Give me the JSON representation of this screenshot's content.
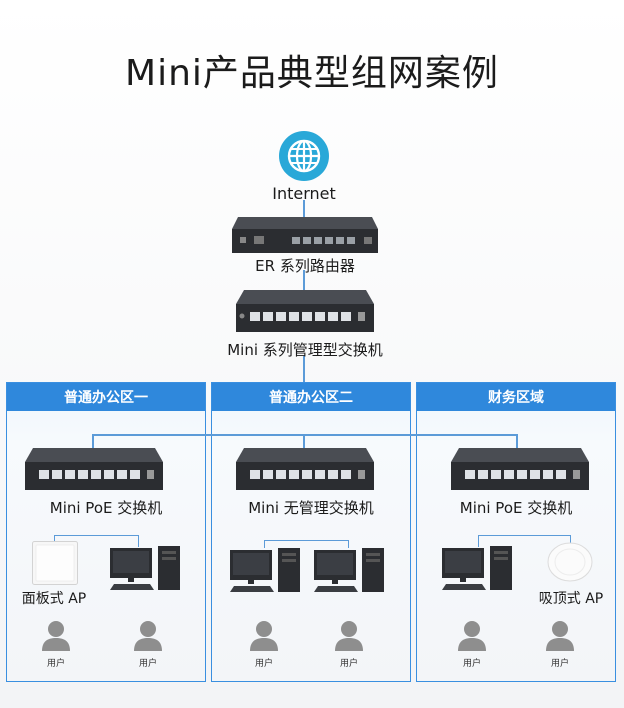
{
  "title": "Mini产品典型组网案例",
  "internet": {
    "label": "Internet"
  },
  "router": {
    "label": "ER 系列路由器"
  },
  "core_switch": {
    "label": "Mini 系列管理型交换机"
  },
  "zones": [
    {
      "name": "普通办公区一",
      "switch_label": "Mini PoE 交换机",
      "device_left_label": "面板式 AP",
      "users": [
        "用户",
        "用户"
      ]
    },
    {
      "name": "普通办公区二",
      "switch_label": "Mini 无管理交换机",
      "users": [
        "用户",
        "用户"
      ]
    },
    {
      "name": "财务区域",
      "switch_label": "Mini PoE 交换机",
      "device_right_label": "吸顶式 AP",
      "users": [
        "用户",
        "用户"
      ]
    }
  ],
  "colors": {
    "accent": "#2f88dc",
    "line": "#5c9bd8",
    "device": "#2b2d31",
    "user": "#8e8e8e"
  }
}
